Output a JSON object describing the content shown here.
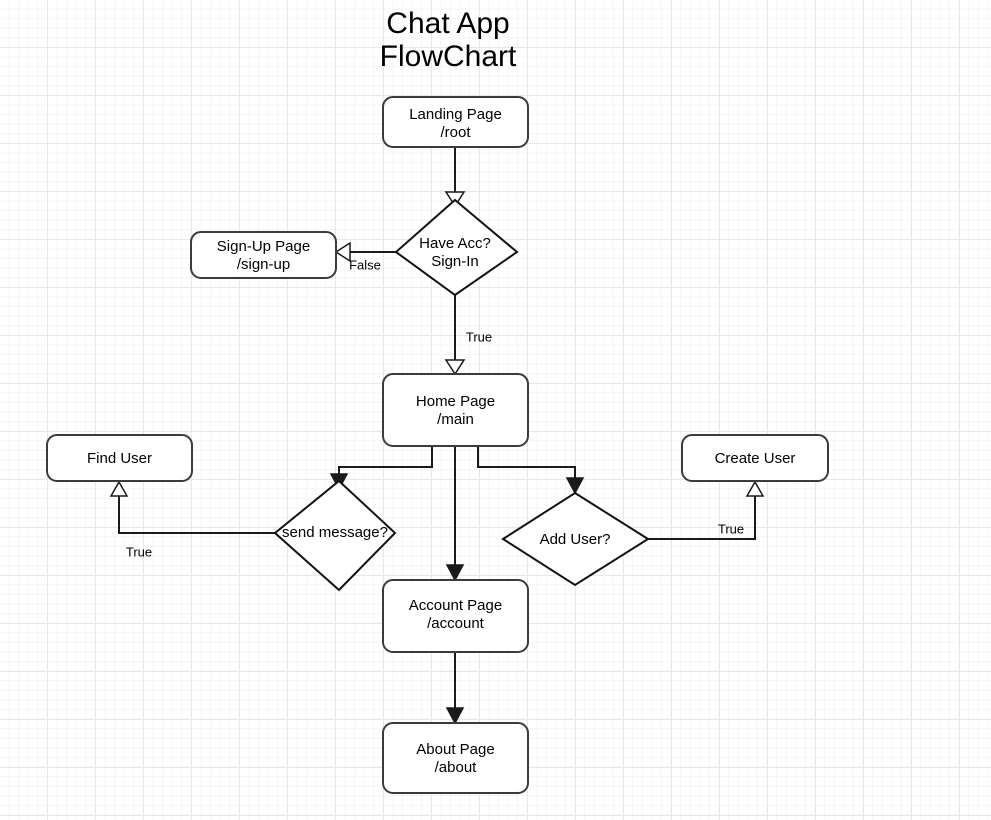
{
  "title": {
    "line1": "Chat App",
    "line2": "FlowChart"
  },
  "nodes": {
    "landing": {
      "line1": "Landing Page",
      "line2": "/root"
    },
    "signup": {
      "line1": "Sign-Up Page",
      "line2": "/sign-up"
    },
    "home": {
      "line1": "Home Page",
      "line2": "/main"
    },
    "account": {
      "line1": "Account Page",
      "line2": "/account"
    },
    "about": {
      "line1": "About Page",
      "line2": "/about"
    },
    "find_user": {
      "line1": "Find User"
    },
    "create_user": {
      "line1": "Create User"
    }
  },
  "decisions": {
    "have_acc": {
      "line1": "Have Acc?",
      "line2": "Sign-In"
    },
    "send_message": {
      "line1": "send message?"
    },
    "add_user": {
      "line1": "Add User?"
    }
  },
  "edge_labels": {
    "have_acc_false": "False",
    "have_acc_true": "True",
    "send_message_true": "True",
    "add_user_true": "True"
  },
  "colors": {
    "node_stroke": "#3b3b3b",
    "diamond_stroke": "#111111",
    "edge_stroke": "#1a1a1a",
    "node_fill": "#ffffff",
    "grid_major": "#e8e8e8",
    "grid_minor": "#f5f5f5",
    "text": "#000000"
  }
}
